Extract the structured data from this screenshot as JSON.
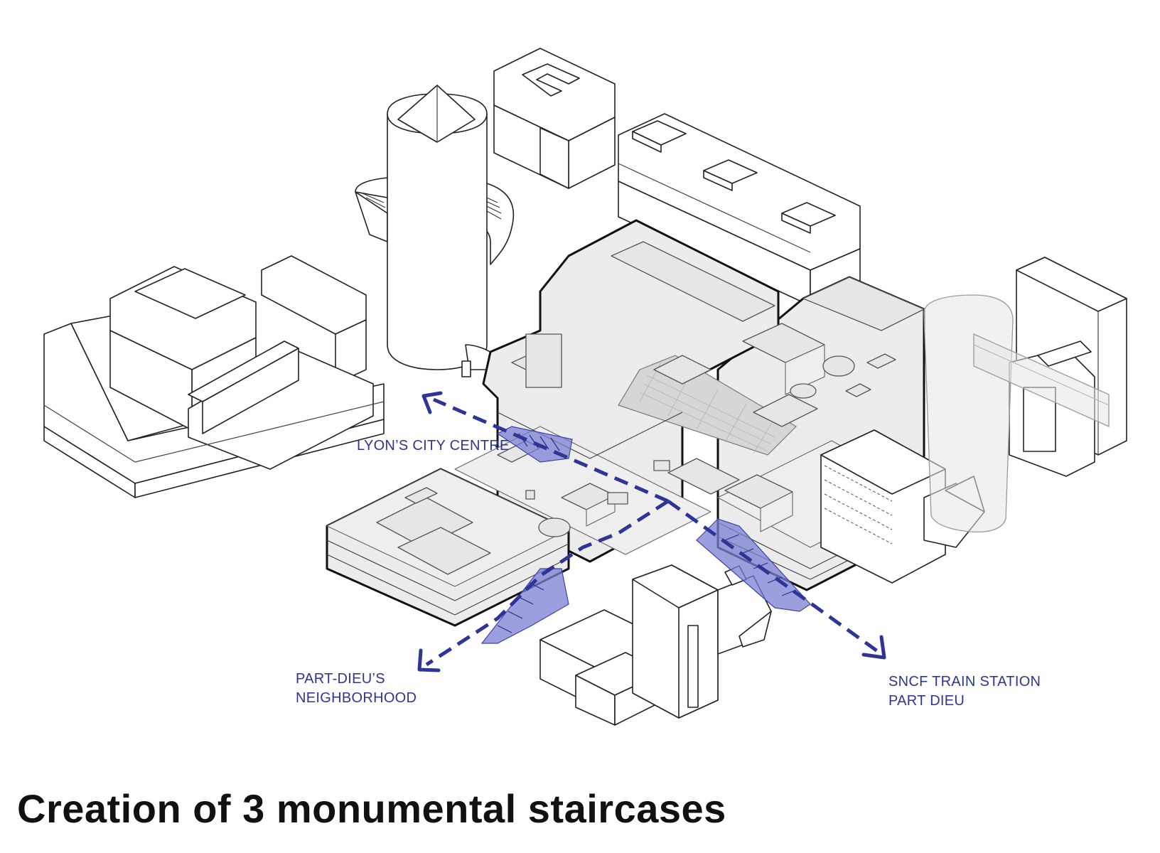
{
  "labels": {
    "city_centre": "LYON’S CITY CENTRE",
    "neighborhood": [
      "PART-DIEU’S",
      "NEIGHBORHOOD"
    ],
    "station": [
      "SNCF TRAIN STATION",
      "PART DIEU"
    ]
  },
  "caption": "Creation of 3 monumental staircases",
  "colors": {
    "route": "#2f3596",
    "staircase_fill": "#7b7fd2",
    "mall_fill": "#ececec",
    "line": "#222222"
  },
  "icons": {
    "route_arrow": "dashed-arrow-icon"
  }
}
